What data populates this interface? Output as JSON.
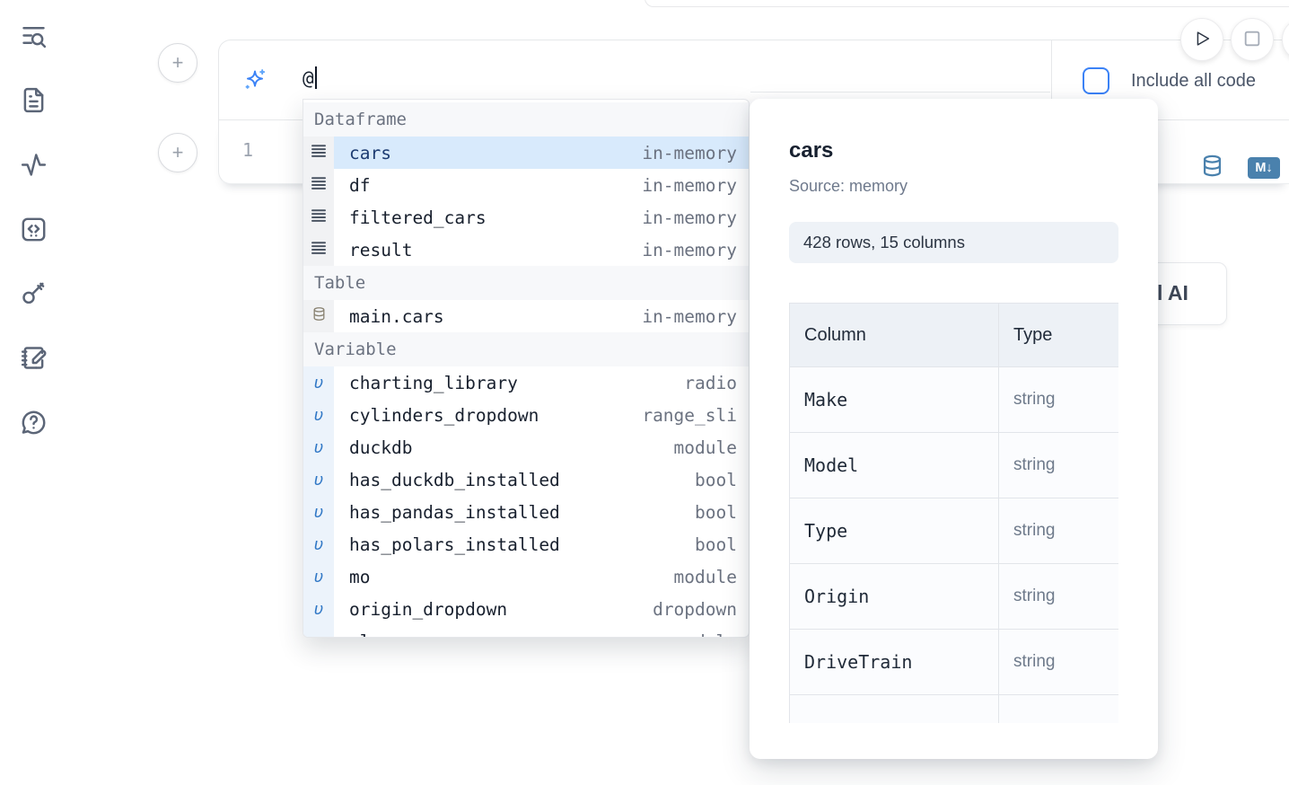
{
  "colors": {
    "accent_blue": "#3b82f6",
    "selected_row_bg": "#d8eafc",
    "sidebar_icon": "#5b6577",
    "steel_blue": "#4a81ad",
    "text_dark": "#1f2937",
    "text_gray": "#6b7280",
    "border": "#e5e7ea",
    "badge_bg": "#eef2f7",
    "table_header_bg": "#edf1f6",
    "gutter_gray": "#f1f2f4",
    "gutter_blue": "#ecf3fb",
    "section_bg": "#f7f8fa"
  },
  "sidebar": {
    "icons": [
      "list-search-icon",
      "file-text-icon",
      "activity-icon",
      "code-box-icon",
      "key-icon",
      "notebook-edit-icon",
      "help-bubble-icon"
    ]
  },
  "buttons": {
    "add_cell_glyph": "+"
  },
  "prompt": {
    "text": "@"
  },
  "toolbar": {
    "include_all_code_label": "Include all code"
  },
  "cell": {
    "line_number": "1",
    "markdown_badge": "M↓"
  },
  "ai_button_fragment": "l AI",
  "autocomplete": {
    "sections": [
      {
        "label": "Dataframe",
        "items": [
          {
            "name": "cars",
            "type": "in-memory",
            "kind": "dataframe",
            "selected": true
          },
          {
            "name": "df",
            "type": "in-memory",
            "kind": "dataframe"
          },
          {
            "name": "filtered_cars",
            "type": "in-memory",
            "kind": "dataframe"
          },
          {
            "name": "result",
            "type": "in-memory",
            "kind": "dataframe"
          }
        ]
      },
      {
        "label": "Table",
        "items": [
          {
            "name": "main.cars",
            "type": "in-memory",
            "kind": "table"
          }
        ]
      },
      {
        "label": "Variable",
        "items": [
          {
            "name": "charting_library",
            "type": "radio",
            "kind": "variable"
          },
          {
            "name": "cylinders_dropdown",
            "type": "range_sli",
            "kind": "variable"
          },
          {
            "name": "duckdb",
            "type": "module",
            "kind": "variable"
          },
          {
            "name": "has_duckdb_installed",
            "type": "bool",
            "kind": "variable"
          },
          {
            "name": "has_pandas_installed",
            "type": "bool",
            "kind": "variable"
          },
          {
            "name": "has_polars_installed",
            "type": "bool",
            "kind": "variable"
          },
          {
            "name": "mo",
            "type": "module",
            "kind": "variable"
          },
          {
            "name": "origin_dropdown",
            "type": "dropdown",
            "kind": "variable"
          },
          {
            "name": "pl",
            "type": "module",
            "kind": "variable"
          }
        ]
      }
    ]
  },
  "preview": {
    "title": "cars",
    "source": "Source: memory",
    "shape": "428 rows, 15 columns",
    "table": {
      "headers": [
        "Column",
        "Type"
      ],
      "rows": [
        [
          "Make",
          "string"
        ],
        [
          "Model",
          "string"
        ],
        [
          "Type",
          "string"
        ],
        [
          "Origin",
          "string"
        ],
        [
          "DriveTrain",
          "string"
        ]
      ]
    }
  }
}
